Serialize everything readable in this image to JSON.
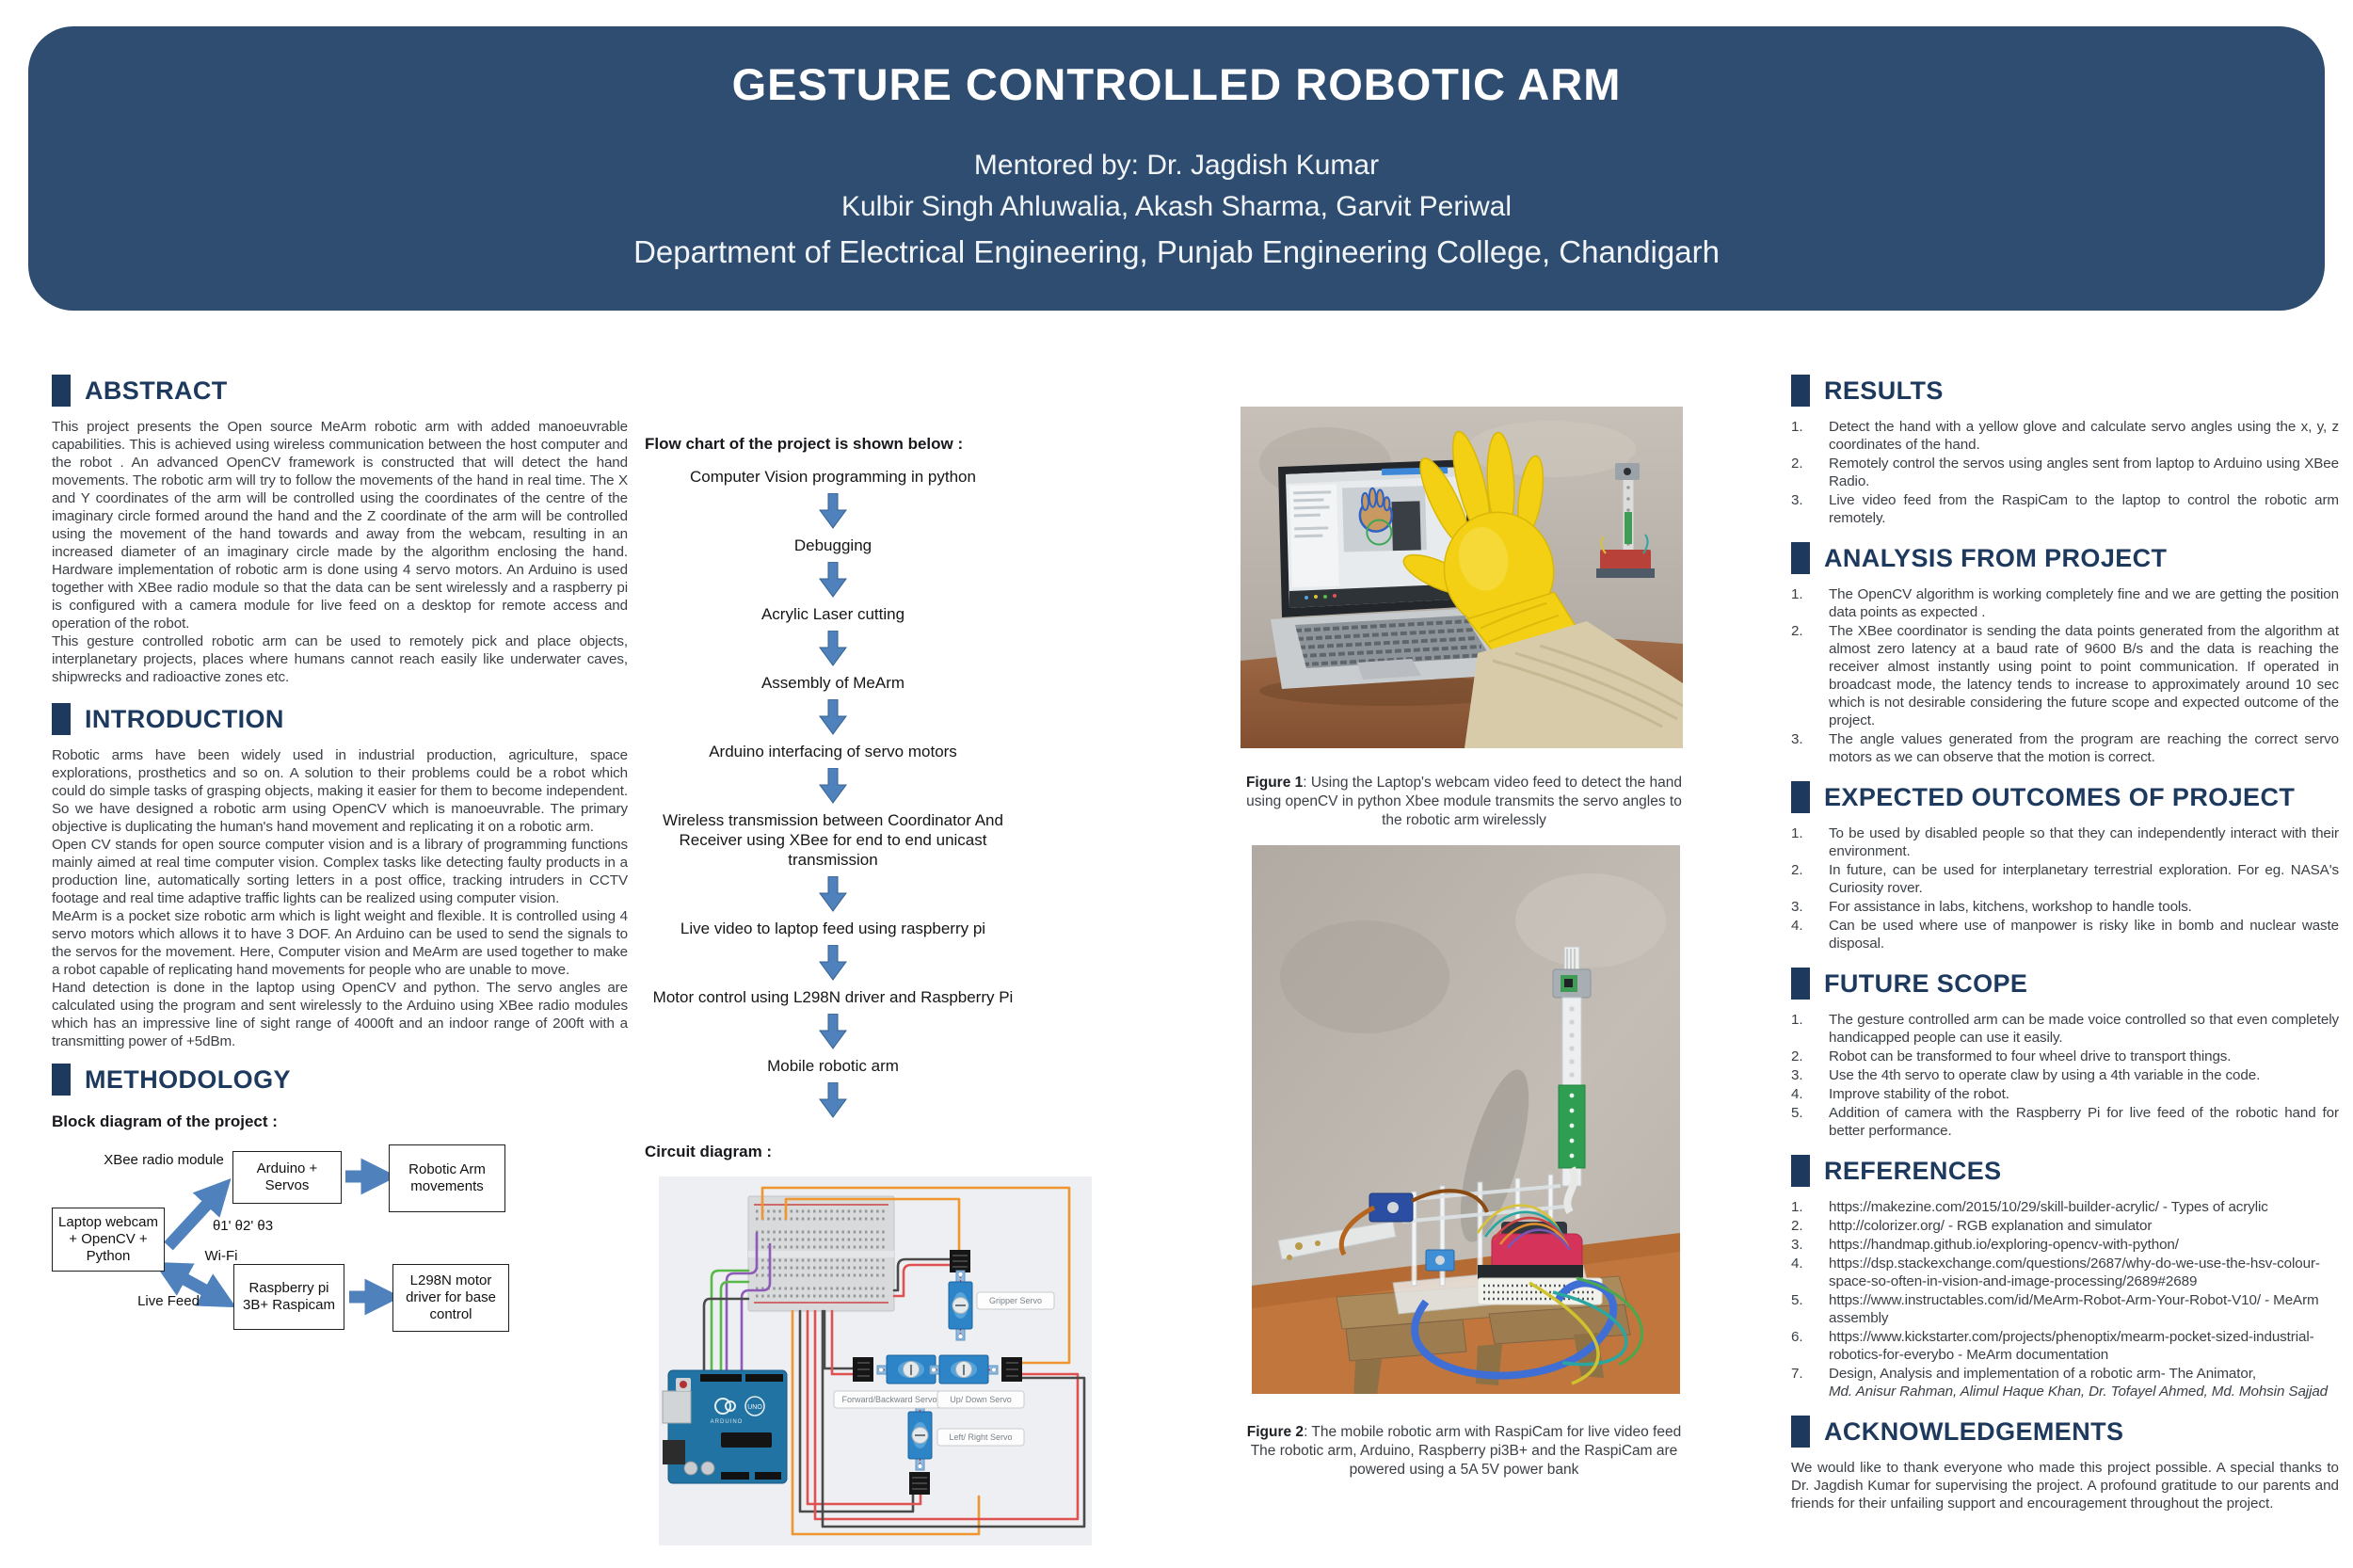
{
  "header": {
    "title": "GESTURE CONTROLLED ROBOTIC ARM",
    "mentor": "Mentored by: Dr. Jagdish Kumar",
    "authors": "Kulbir Singh Ahluwalia, Akash Sharma, Garvit Periwal",
    "department": "Department of Electrical Engineering, Punjab Engineering College, Chandigarh"
  },
  "colors": {
    "banner": "#2e4d71",
    "accent": "#1d3a5e",
    "arrow_blue": "#4f81bd"
  },
  "abstract": {
    "title": "ABSTRACT",
    "paragraphs": [
      "This project presents the Open source MeArm robotic arm with added manoeuvrable capabilities. This is achieved using wireless communication between the host computer and the robot . An advanced OpenCV framework is constructed that will detect the hand movements. The robotic arm will try to follow the movements of the hand in real time. The X and Y coordinates of the arm will be controlled using the coordinates of the centre of the imaginary circle formed around the hand and the Z coordinate of the arm will be controlled using the movement of the hand towards and away from the webcam, resulting in an increased diameter of an imaginary circle made by the algorithm enclosing the hand. Hardware implementation of robotic arm is done using 4 servo motors. An Arduino is used together with XBee radio module so that the data can be sent wirelessly and a raspberry pi is configured with a camera module for live feed on a desktop for remote access and operation of the robot.",
      "This gesture controlled robotic arm can be used to remotely pick and place objects, interplanetary projects, places where humans cannot reach easily like underwater caves, shipwrecks  and radioactive zones etc."
    ]
  },
  "introduction": {
    "title": "INTRODUCTION",
    "paragraphs": [
      "Robotic arms have been widely used in industrial production, agriculture, space explorations, prosthetics and so on. A solution to their problems could be a robot which could do simple tasks of grasping objects, making it easier for them to become independent. So we have designed a robotic arm using OpenCV which is manoeuvrable. The primary objective is duplicating the human's hand movement and replicating it on a robotic arm.",
      "Open CV stands for open source computer vision and is a library of programming functions mainly aimed at real time computer vision. Complex tasks like detecting faulty products in a production line, automatically sorting letters in a post office, tracking intruders in CCTV footage and real time adaptive traffic lights can be realized using computer vision.",
      "MeArm is a pocket size robotic arm which is light weight and flexible. It is  controlled using 4 servo motors which allows it to have 3 DOF. An Arduino can be used to send the signals to the servos for the movement. Here, Computer vision and MeArm are used together to make a robot capable of replicating hand movements for people who are unable to move.",
      "Hand detection is done in the laptop using OpenCV and python. The servo angles are calculated using the program and sent wirelessly to the Arduino using XBee radio modules which has an impressive  line of sight range of 4000ft and an indoor range of 200ft with a transmitting power of +5dBm."
    ]
  },
  "methodology": {
    "title": "METHODOLOGY",
    "diagram_label": "Block diagram of the project :",
    "blocks": {
      "laptop": "Laptop webcam + OpenCV + Python",
      "arduino": "Arduino + Servos",
      "robotic_arm": "Robotic  Arm movements",
      "raspberry": "Raspberry pi 3B+ Raspicam",
      "l298n": "L298N motor driver for base control"
    },
    "labels": {
      "xbee": "XBee radio module",
      "thetas": "θ1' θ2' θ3",
      "wifi": "Wi-Fi",
      "live_feed": "Live Feed"
    }
  },
  "flowchart": {
    "intro_label": "Flow chart of the project is shown below :",
    "steps": [
      "Computer Vision programming in python",
      "Debugging",
      "Acrylic Laser cutting",
      "Assembly of MeArm",
      "Arduino interfacing of servo motors",
      "Wireless transmission between Coordinator And Receiver using XBee for end to end unicast transmission",
      "Live video to laptop feed using raspberry pi",
      "Motor control using L298N driver and Raspberry Pi",
      "Mobile robotic arm"
    ]
  },
  "circuit": {
    "label": "Circuit diagram :",
    "servo_labels": {
      "gripper": "Gripper Servo",
      "forward_backward": "Forward/Backward Servo",
      "up_down": "Up/ Down Servo",
      "left_right": "Left/ Right Servo"
    },
    "board": {
      "brand": "ARDUINO",
      "model": "UNO"
    }
  },
  "figures": {
    "fig1": {
      "label": "Figure 1",
      "caption": ": Using the Laptop's webcam video feed to detect the hand using openCV in python Xbee module transmits the servo angles to the robotic arm wirelessly"
    },
    "fig2": {
      "label": "Figure 2",
      "caption": ": The mobile robotic arm with RaspiCam for live video feed The robotic arm, Arduino, Raspberry pi3B+ and the RaspiCam are powered using a 5A 5V power bank"
    }
  },
  "results": {
    "title": "RESULTS",
    "items": [
      "Detect the hand with a yellow glove and calculate servo angles using the x, y, z coordinates of the hand.",
      "Remotely control the servos using angles sent from laptop to Arduino using XBee Radio.",
      "Live video feed from the RaspiCam to the laptop to control the robotic arm remotely."
    ]
  },
  "analysis": {
    "title": "ANALYSIS FROM PROJECT",
    "items": [
      "The OpenCV algorithm is working completely fine  and we are getting the position data points as expected .",
      "The XBee coordinator is sending the data points generated from the algorithm at almost zero latency at a baud rate of 9600 B/s  and the data is reaching the receiver  almost instantly using point to point communication. If operated in broadcast mode, the latency tends to increase to approximately around 10 sec which is not desirable considering the future scope and expected outcome of the project.",
      "The angle values generated from the program are reaching the correct servo motors as we can observe that the motion is correct."
    ]
  },
  "outcomes": {
    "title": "EXPECTED OUTCOMES OF PROJECT",
    "items": [
      "To be used by disabled people so that they can independently interact with their environment.",
      "In future, can be used for interplanetary terrestrial exploration. For eg. NASA's Curiosity rover.",
      " For assistance in labs, kitchens, workshop to handle tools.",
      "Can be used where use of manpower is risky like in bomb and nuclear waste disposal."
    ]
  },
  "future_scope": {
    "title": "FUTURE SCOPE",
    "items": [
      "The gesture controlled arm can be made voice controlled so that even completely handicapped people can use it easily.",
      "Robot can be transformed to four wheel drive to transport things.",
      "Use the 4th servo to operate claw by using a 4th variable in the code.",
      "Improve stability of the robot.",
      "Addition of camera with the Raspberry Pi for live feed of the robotic hand for better performance."
    ]
  },
  "references": {
    "title": "REFERENCES",
    "items": [
      {
        "text": "https://makezine.com/2015/10/29/skill-builder-acrylic/ - Types of acrylic",
        "authors": ""
      },
      {
        "text": "http://colorizer.org/ - RGB explanation and simulator",
        "authors": ""
      },
      {
        "text": "https://handmap.github.io/exploring-opencv-with-python/",
        "authors": ""
      },
      {
        "text": "https://dsp.stackexchange.com/questions/2687/why-do-we-use-the-hsv-colour-space-so-often-in-vision-and-image-processing/2689#2689",
        "authors": ""
      },
      {
        "text": "https://www.instructables.com/id/MeArm-Robot-Arm-Your-Robot-V10/ - MeArm assembly",
        "authors": ""
      },
      {
        "text": "https://www.kickstarter.com/projects/phenoptix/mearm-pocket-sized-industrial-robotics-for-everybo - MeArm documentation",
        "authors": ""
      },
      {
        "text": "Design, Analysis and implementation of a robotic arm- The Animator,",
        "authors": "Md. Anisur Rahman, Alimul Haque Khan, Dr. Tofayel Ahmed, Md. Mohsin Sajjad"
      }
    ]
  },
  "acknowledgements": {
    "title": "ACKNOWLEDGEMENTS",
    "text": "We would like to thank everyone who made this project possible. A special thanks to Dr. Jagdish Kumar for supervising the project. A profound gratitude to our parents and friends for their unfailing support and encouragement throughout the project."
  }
}
